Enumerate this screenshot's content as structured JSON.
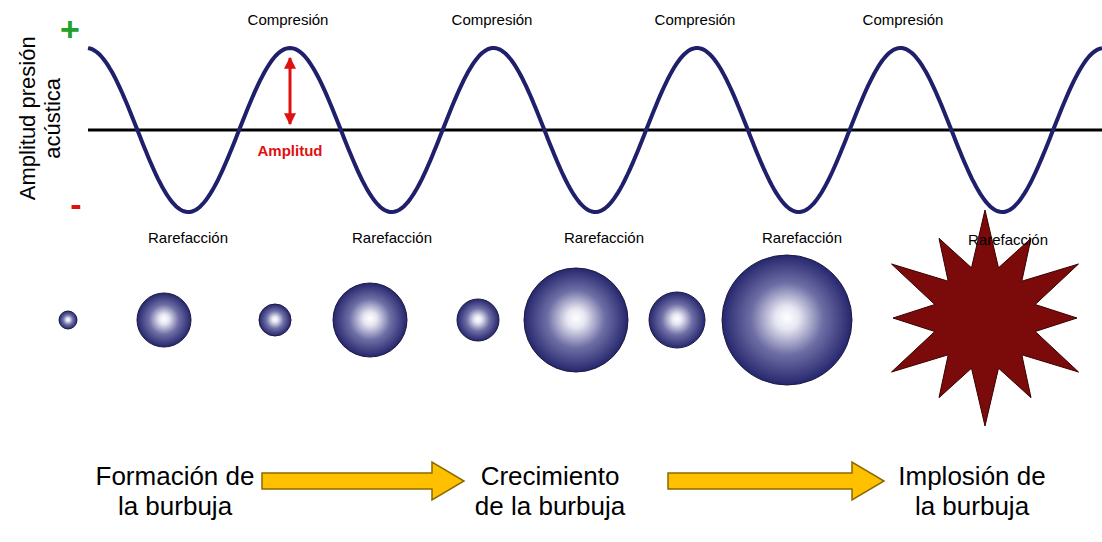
{
  "diagram": {
    "labels": [
      "Amplitud presión acústica",
      "+",
      "-",
      "Compresión",
      "Compresión",
      "Compresión",
      "Compresión",
      "Amplitud",
      "Rarefacción",
      "Rarefacción",
      "Rarefacción",
      "Rarefacción",
      "Rarefacción",
      "Formación de la burbuja",
      "Crecimiento de la burbuja",
      "Implosión de la burbuja"
    ]
  }
}
